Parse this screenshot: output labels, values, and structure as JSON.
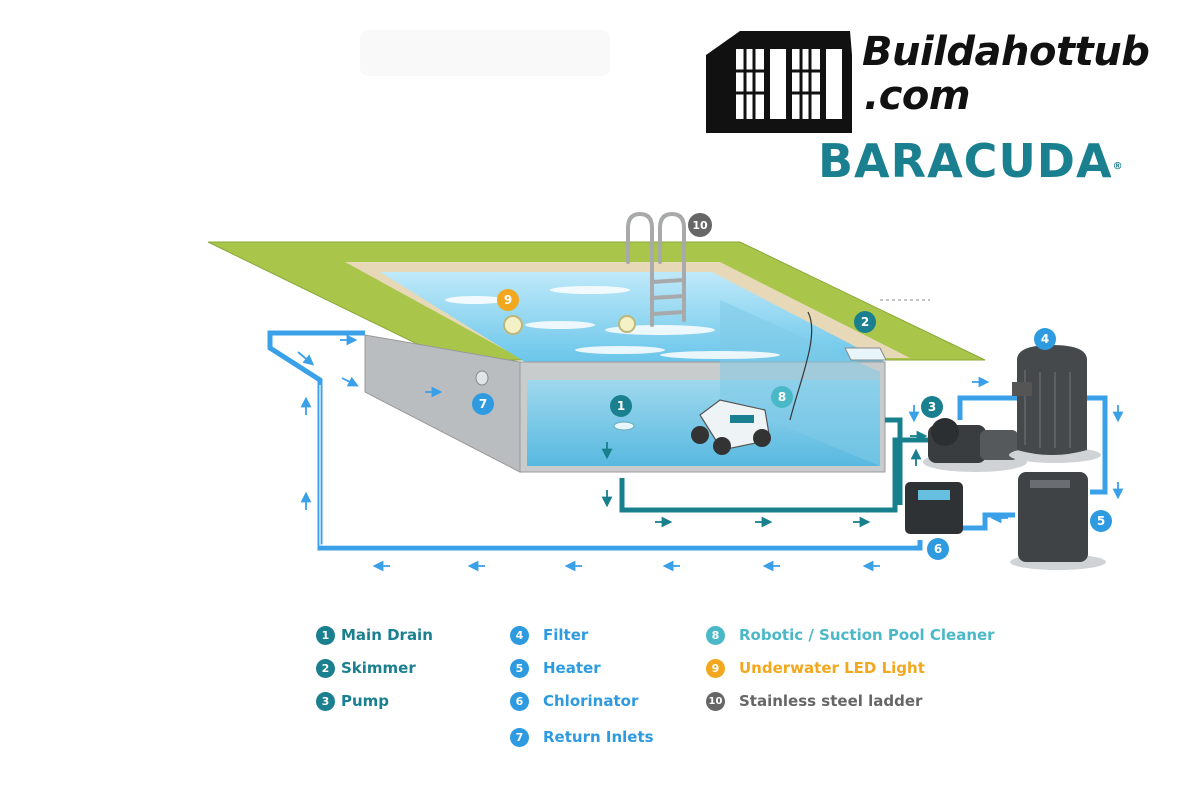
{
  "brand": {
    "site_line1": "Buildahottub",
    "site_line2": ".com",
    "baracuda": "BARACUDA",
    "registered": "®"
  },
  "colors": {
    "teal": "#1a7f8e",
    "blue": "#2e9be0",
    "light_teal": "#4bb8c8",
    "orange": "#f2a81e",
    "gray": "#666666",
    "grass": "#a9c64a",
    "water": "#8fd3ef",
    "pipe_blue": "#3aa0e8",
    "pipe_teal": "#17808c"
  },
  "markers": {
    "m1": "1",
    "m2": "2",
    "m3": "3",
    "m4": "4",
    "m5": "5",
    "m6": "6",
    "m7": "7",
    "m8": "8",
    "m9": "9",
    "m10": "10"
  },
  "legend": [
    {
      "num": "1",
      "label": "Main Drain",
      "color": "#1a7f8e",
      "text_color": "#1a7f8e"
    },
    {
      "num": "2",
      "label": "Skimmer",
      "color": "#1a7f8e",
      "text_color": "#1a7f8e"
    },
    {
      "num": "3",
      "label": "Pump",
      "color": "#1a7f8e",
      "text_color": "#1a7f8e"
    },
    {
      "num": "4",
      "label": "Filter",
      "color": "#2e9be0",
      "text_color": "#2e9be0"
    },
    {
      "num": "5",
      "label": "Heater",
      "color": "#2e9be0",
      "text_color": "#2e9be0"
    },
    {
      "num": "6",
      "label": "Chlorinator",
      "color": "#2e9be0",
      "text_color": "#2e9be0"
    },
    {
      "num": "7",
      "label": "Return Inlets",
      "color": "#2e9be0",
      "text_color": "#2e9be0"
    },
    {
      "num": "8",
      "label": "Robotic / Suction Pool Cleaner",
      "color": "#4bb8c8",
      "text_color": "#4bb8c8"
    },
    {
      "num": "9",
      "label": "Underwater LED Light",
      "color": "#f2a81e",
      "text_color": "#f2a81e"
    },
    {
      "num": "10",
      "label": "Stainless steel ladder",
      "color": "#666666",
      "text_color": "#666666"
    }
  ]
}
